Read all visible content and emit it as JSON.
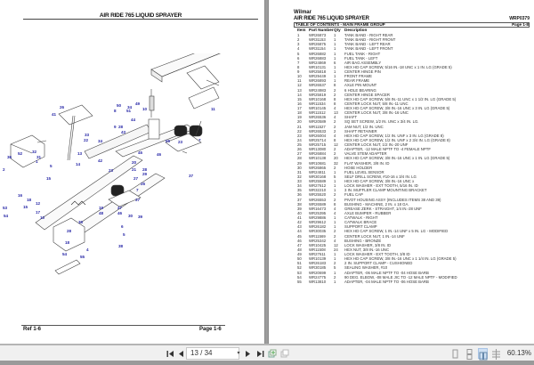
{
  "left_page": {
    "title": "AIR RIDE 765 LIQUID SPRAYER",
    "footer_left": "Ref  1-6",
    "footer_right": "Page  1-6",
    "diagram_callouts": [
      "1",
      "2",
      "3",
      "4",
      "5",
      "6",
      "7",
      "8",
      "10",
      "11",
      "12",
      "13",
      "14",
      "15",
      "16",
      "17",
      "18",
      "19",
      "20",
      "21",
      "22",
      "23",
      "25",
      "26",
      "27",
      "28",
      "29",
      "30",
      "31",
      "32",
      "33",
      "34",
      "35",
      "36",
      "37",
      "38",
      "39",
      "40",
      "41",
      "42",
      "43",
      "44",
      "45",
      "46",
      "47",
      "48",
      "49",
      "50",
      "51",
      "52",
      "53",
      "54",
      "55"
    ]
  },
  "right_page": {
    "brand": "Wilmar",
    "title": "AIR RIDE 765 LIQUID SPRAYER",
    "doc_code": "WRP0379",
    "toc_label": "TABLE OF CONTENTS - MAIN FRAME GROUP",
    "page_label": "Page 1-8",
    "columns": {
      "item": "Item",
      "part": "Part Number",
      "qty": "Qty",
      "desc": "Description"
    },
    "rows": [
      {
        "item": "1",
        "part": "WR26873",
        "qty": "1",
        "desc": "TANK BAND - RIGHT REAR"
      },
      {
        "item": "2",
        "part": "WR31153",
        "qty": "1",
        "desc": "TANK BAND - RIGHT FRONT"
      },
      {
        "item": "3",
        "part": "WR26875",
        "qty": "1",
        "desc": "TANK BAND - LEFT REAR"
      },
      {
        "item": "4",
        "part": "WR31154",
        "qty": "1",
        "desc": "TANK BAND - LEFT FRONT"
      },
      {
        "item": "5",
        "part": "WR26882",
        "qty": "1",
        "desc": "FUEL TANK - RIGHT"
      },
      {
        "item": "6",
        "part": "WR26883",
        "qty": "1",
        "desc": "FUEL TANK - LEFT"
      },
      {
        "item": "7",
        "part": "WR24869",
        "qty": "6",
        "desc": "AIR BAG ASSEMBLY"
      },
      {
        "item": "8",
        "part": "WR10131",
        "qty": "1",
        "desc": "HEX HD CAP SCREW, 5/16 IN.-18 UNC x 1 IN. LG (GRADE 5)"
      },
      {
        "item": "9",
        "part": "WR25818",
        "qty": "1",
        "desc": "CENTER HINGE PIN"
      },
      {
        "item": "10",
        "part": "WR29449",
        "qty": "1",
        "desc": "FRONT FRAME"
      },
      {
        "item": "11",
        "part": "WR26893",
        "qty": "1",
        "desc": "REAR FRAME"
      },
      {
        "item": "12",
        "part": "WR26537",
        "qty": "8",
        "desc": "AXLE PIN MOUNT"
      },
      {
        "item": "13",
        "part": "WR24983",
        "qty": "2",
        "desc": "6 HOLE BEARING"
      },
      {
        "item": "14",
        "part": "WR25819",
        "qty": "2",
        "desc": "CENTER HINGE SPACER"
      },
      {
        "item": "15",
        "part": "WR10168",
        "qty": "8",
        "desc": "HEX HD CAP SCREW, 5/8 IN.-11 UNC x 1 1/2 IN. LG (GRADE 5)"
      },
      {
        "item": "16",
        "part": "WR11534",
        "qty": "8",
        "desc": "CENTER LOCK NUT, 5/8 IN.-11 UNC"
      },
      {
        "item": "17",
        "part": "WR10145",
        "qty": "4",
        "desc": "HEX HD CAP SCREW, 3/8 IN.-16 UNC x 3 IN. LG (GRADE 5)"
      },
      {
        "item": "18",
        "part": "WR11512",
        "qty": "13",
        "desc": "CENTER LOCK NUT, 3/8 IN.-16 UNC"
      },
      {
        "item": "19",
        "part": "WR26536",
        "qty": "4",
        "desc": "SHAFT"
      },
      {
        "item": "20",
        "part": "WR20589",
        "qty": "2",
        "desc": "SQ SET SCREW, 1/2 IN. UNC x 3/4 IN. LG."
      },
      {
        "item": "21",
        "part": "WR11527",
        "qty": "2",
        "desc": "JAM NUT, 1/2 IN. UNC"
      },
      {
        "item": "22",
        "part": "WR26533",
        "qty": "2",
        "desc": "SHAFT RETAINER"
      },
      {
        "item": "23",
        "part": "WR26004",
        "qty": "4",
        "desc": "HEX HD CAP SCREW, 1/2 IN. UNF x 3 IN. LG (GRADE 8)"
      },
      {
        "item": "24",
        "part": "WR25714",
        "qty": "8",
        "desc": "HEX HD CAP SCREW, 1/2 IN. UNF x 2 3/4 IN. LG (GRADE 8)"
      },
      {
        "item": "25",
        "part": "WR25715",
        "qty": "12",
        "desc": "CENTER LOCK NUT, 1/2 IN.-20 UNF"
      },
      {
        "item": "26",
        "part": "WR13080",
        "qty": "2",
        "desc": "ADAPTER, -12 MALE NPTF TO -4 FEMALE NPTF"
      },
      {
        "item": "27",
        "part": "WR26884",
        "qty": "2",
        "desc": "VALVE STEM ADAPTER"
      },
      {
        "item": "28",
        "part": "WR10138",
        "qty": "20",
        "desc": "HEX HD CAP SCREW, 3/8 IN.-16 UNC x 1 IN. LG (GRADE 5)"
      },
      {
        "item": "29",
        "part": "WR10681",
        "qty": "32",
        "desc": "FLAT WASHER, 3/8 IN. ID"
      },
      {
        "item": "30",
        "part": "WR26865",
        "qty": "2",
        "desc": "HOSE HOLDER"
      },
      {
        "item": "31",
        "part": "WR24811",
        "qty": "1",
        "desc": "FUEL LEVEL SENSOR"
      },
      {
        "item": "32",
        "part": "WR30168",
        "qty": "5",
        "desc": "SELF DRILL SCREW, #10-16 x 3/4 IN. LG"
      },
      {
        "item": "33",
        "part": "WR25589",
        "qty": "1",
        "desc": "HEX HD CAP SCREW, 3/8 IN.-16 UNC x"
      },
      {
        "item": "34",
        "part": "WR27612",
        "qty": "1",
        "desc": "LOCK WASHER - EXT TOOTH, 5/16 IN. ID"
      },
      {
        "item": "35",
        "part": "WR32210",
        "qty": "1",
        "desc": "3 IN. MUFFLER CLAMP MOUNTING BRACKET"
      },
      {
        "item": "36",
        "part": "WR25520",
        "qty": "2",
        "desc": "FUEL CAP"
      },
      {
        "item": "37",
        "part": "WR26553",
        "qty": "2",
        "desc": "PIVOT HOUSING ASSY (INCLUDES ITEMS 38 AND 39)"
      },
      {
        "item": "38",
        "part": "WR26589",
        "qty": "8",
        "desc": "BUSHING - MACHINE, 2 IN. x 18 GA."
      },
      {
        "item": "39",
        "part": "WR16473",
        "qty": "4",
        "desc": "GREASE ZERK - STRAIGHT, 1/4 IN.-28 UNF"
      },
      {
        "item": "40",
        "part": "WR25395",
        "qty": "4",
        "desc": "AXLE BUMPER - RUBBER"
      },
      {
        "item": "41",
        "part": "WR29886",
        "qty": "1",
        "desc": "CATWALK - RIGHT"
      },
      {
        "item": "42",
        "part": "WR29612",
        "qty": "1",
        "desc": "CATWALK BRACE"
      },
      {
        "item": "43",
        "part": "WR26182",
        "qty": "1",
        "desc": "SUPPORT CLAMP"
      },
      {
        "item": "44",
        "part": "WR30035",
        "qty": "2",
        "desc": "HEX HD CAP SCREW, 1 IN.-14 UNF x 5 IN. LG - MODIFIED"
      },
      {
        "item": "45",
        "part": "WR11569",
        "qty": "2",
        "desc": "CENTER LOCK NUT, 1 IN.-14 UNF"
      },
      {
        "item": "46",
        "part": "WR25342",
        "qty": "4",
        "desc": "BUSHING - BRONZE"
      },
      {
        "item": "47",
        "part": "WR10425",
        "qty": "12",
        "desc": "LOCK WASHER, 3/8 IN. ID"
      },
      {
        "item": "48",
        "part": "WR11508",
        "qty": "24",
        "desc": "HEX NUT, 3/8 IN.-16 UNC"
      },
      {
        "item": "49",
        "part": "WR27611",
        "qty": "1",
        "desc": "LOCK WASHER - EXT TOOTH, 3/8 ID"
      },
      {
        "item": "50",
        "part": "WR10139",
        "qty": "1",
        "desc": "HEX HD CAP SCREW, 3/8 IN.-16 UNC x 1 1/4 IN. LG (GRADE 5)"
      },
      {
        "item": "51",
        "part": "WR26183",
        "qty": "2",
        "desc": "2 IN. SUPPORT CLAMP - CUSHIONED"
      },
      {
        "item": "52",
        "part": "WR30185",
        "qty": "5",
        "desc": "SEALING WASHER, #10"
      },
      {
        "item": "53",
        "part": "WR20699",
        "qty": "1",
        "desc": "ADAPTER, -06 MALE NPTF TO -04 HOSE BARB"
      },
      {
        "item": "54",
        "part": "WR24775",
        "qty": "2",
        "desc": "90 DEG. ELBOW, -08 MALE JIC TO -12 MALE NPTF - MODIFIED"
      },
      {
        "item": "55",
        "part": "WR13810",
        "qty": "1",
        "desc": "ADAPTER, -04 MALE NPTF TO -06 HOSE BARB"
      }
    ]
  },
  "toolbar": {
    "first_page": "first-page",
    "prev_page": "previous-page",
    "page_indicator": "13 / 34",
    "next_page": "next-page",
    "last_page": "last-page",
    "zoom_level": "60.13%",
    "active_view": "two-page"
  }
}
